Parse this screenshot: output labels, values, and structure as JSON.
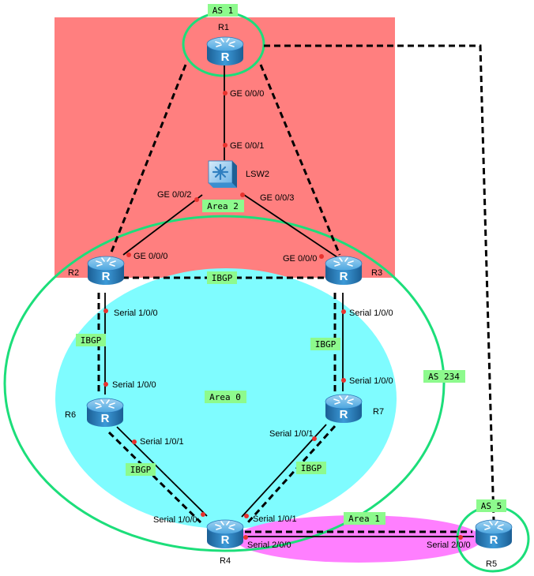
{
  "colors": {
    "as1_region": "#ff7f7f",
    "area0_region": "#7ffcff",
    "area1_region": "#ff7fff",
    "as_circle": "#1cde7a",
    "tag_bg": "#8dfa8d",
    "port_dot": "#e8322e",
    "router_blue": "#2f87c6",
    "switch_blue": "#3e8fd0"
  },
  "icons": {
    "router": "router-icon",
    "switch": "l3-switch-icon"
  },
  "devices": {
    "r1": "R1",
    "r2": "R2",
    "r3": "R3",
    "r4": "R4",
    "r5": "R5",
    "r6": "R6",
    "r7": "R7",
    "lsw2": "LSW2"
  },
  "tags": {
    "as1": "AS 1",
    "as234": "AS 234",
    "as5": "AS 5",
    "area0": "Area 0",
    "area1": "Area 1",
    "area2": "Area 2",
    "ibgp_r2_r3": "IBGP",
    "ibgp_r2_r6": "IBGP",
    "ibgp_r3_r7": "IBGP",
    "ibgp_r6_r4": "IBGP",
    "ibgp_r7_r4": "IBGP"
  },
  "ports": {
    "r1_ge000": "GE 0/0/0",
    "lsw_ge001": "GE 0/0/1",
    "lsw_ge002": "GE 0/0/2",
    "lsw_ge003": "GE 0/0/3",
    "r2_ge000": "GE 0/0/0",
    "r3_ge000": "GE 0/0/0",
    "r2_s100": "Serial 1/0/0",
    "r6_s100": "Serial 1/0/0",
    "r3_s100": "Serial 1/0/0",
    "r7_s100": "Serial 1/0/0",
    "r6_s101": "Serial 1/0/1",
    "r7_s101": "Serial 1/0/1",
    "r4_s100": "Serial 1/0/0",
    "r4_s101": "Serial 1/0/1",
    "r4_s200": "Serial 2/0/0",
    "r5_s200": "Serial 2/0/0"
  }
}
